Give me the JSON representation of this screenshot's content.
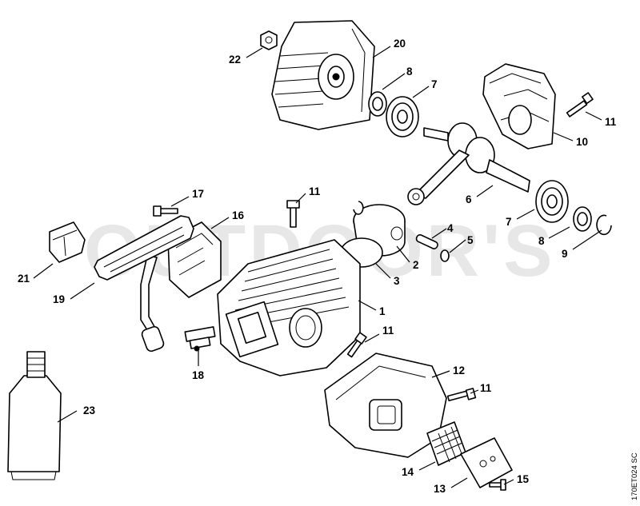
{
  "diagram": {
    "watermark": "OUTDOOR'S",
    "reference_code": "170ET024 SC",
    "callouts": [
      {
        "id": "22",
        "label": "22"
      },
      {
        "id": "20",
        "label": "20"
      },
      {
        "id": "8a",
        "label": "8"
      },
      {
        "id": "7a",
        "label": "7"
      },
      {
        "id": "11a",
        "label": "11"
      },
      {
        "id": "10",
        "label": "10"
      },
      {
        "id": "6",
        "label": "6"
      },
      {
        "id": "17",
        "label": "17"
      },
      {
        "id": "16",
        "label": "16"
      },
      {
        "id": "11b",
        "label": "11"
      },
      {
        "id": "4",
        "label": "4"
      },
      {
        "id": "5",
        "label": "5"
      },
      {
        "id": "7b",
        "label": "7"
      },
      {
        "id": "8b",
        "label": "8"
      },
      {
        "id": "9",
        "label": "9"
      },
      {
        "id": "2",
        "label": "2"
      },
      {
        "id": "21",
        "label": "21"
      },
      {
        "id": "3",
        "label": "3"
      },
      {
        "id": "19",
        "label": "19"
      },
      {
        "id": "1",
        "label": "1"
      },
      {
        "id": "11c",
        "label": "11"
      },
      {
        "id": "18",
        "label": "18"
      },
      {
        "id": "12",
        "label": "12"
      },
      {
        "id": "11d",
        "label": "11"
      },
      {
        "id": "23",
        "label": "23"
      },
      {
        "id": "14",
        "label": "14"
      },
      {
        "id": "15",
        "label": "15"
      },
      {
        "id": "13",
        "label": "13"
      }
    ]
  }
}
